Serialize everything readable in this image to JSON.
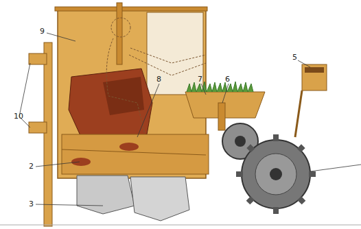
{
  "diagram": {
    "labels": [
      "9",
      "10",
      "8",
      "7",
      "6",
      "5",
      "2",
      "3"
    ]
  }
}
